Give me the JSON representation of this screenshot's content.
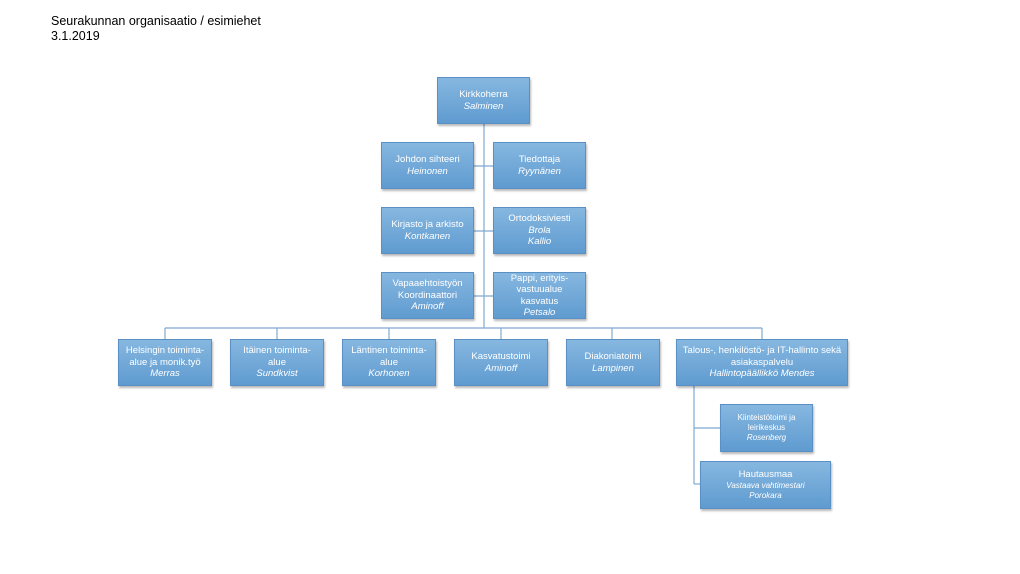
{
  "header": {
    "title": "Seurakunnan organisaatio / esimiehet",
    "date": "3.1.2019"
  },
  "top": {
    "role": "Kirkkoherra",
    "name": "Salminen"
  },
  "staff": {
    "johdon": {
      "role": "Johdon sihteeri",
      "name": "Heinonen"
    },
    "tiedottaja": {
      "role": "Tiedottaja",
      "name": "Ryynänen"
    },
    "kirjasto": {
      "role": "Kirjasto ja arkisto",
      "name": "Kontkanen"
    },
    "ortodoksiviesti": {
      "role": "Ortodoksiviesti",
      "name1": "Brola",
      "name2": "Kallio"
    },
    "vapaaehtoistyo": {
      "role1": "Vapaaehtoistyön",
      "role2": "Koordinaattori",
      "name": "Aminoff"
    },
    "pappi": {
      "role1": "Pappi, erityis-",
      "role2": "vastuualue kasvatus",
      "name": "Petsalo"
    }
  },
  "units": {
    "helsinki": {
      "role1": "Helsingin toiminta-",
      "role2": "alue ja monik.työ",
      "name": "Merras"
    },
    "itainen": {
      "role1": "Itäinen toiminta-",
      "role2": "alue",
      "name": "Sundkvist"
    },
    "lantinen": {
      "role1": "Läntinen toiminta-",
      "role2": "alue",
      "name": "Korhonen"
    },
    "kasvatus": {
      "role": "Kasvatustoimi",
      "name": "Aminoff"
    },
    "diakonia": {
      "role": "Diakoniatoimi",
      "name": "Lampinen"
    },
    "talous": {
      "role1": "Talous-, henkilöstö- ja IT-hallinto sekä",
      "role2": "asiakaspalvelu",
      "name": "Hallintopäällikkö Mendes"
    }
  },
  "sub": {
    "kiinteisto": {
      "role1": "Kiinteistötoimi ja",
      "role2": "leirikeskus",
      "name": "Rosenberg"
    },
    "hautausmaa": {
      "role": "Hautausmaa",
      "name1": "Vastaava vahtimestari",
      "name2": "Porokara"
    }
  },
  "colors": {
    "box_top": "#86b7e0",
    "box_bottom": "#5f9bd0",
    "connector": "#7fa9d3"
  }
}
